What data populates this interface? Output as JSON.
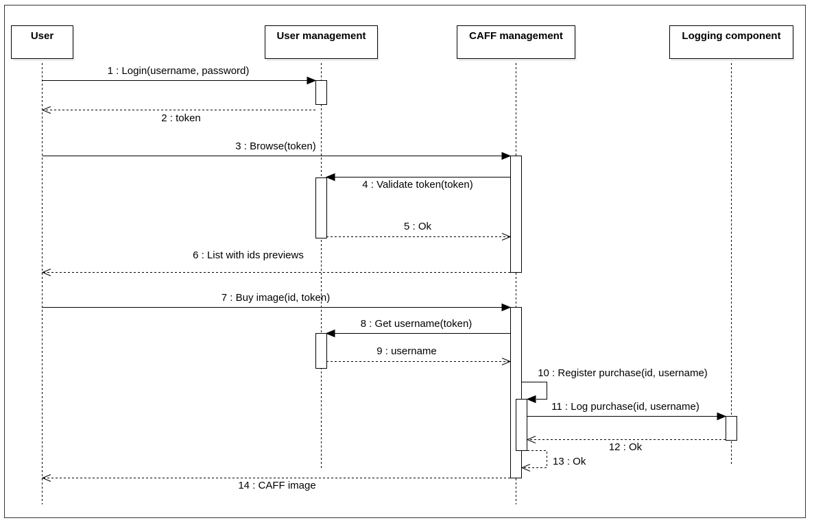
{
  "diagram": {
    "participants": [
      {
        "id": "user",
        "label": "User"
      },
      {
        "id": "user_mgmt",
        "label": "User management"
      },
      {
        "id": "caff_mgmt",
        "label": "CAFF management"
      },
      {
        "id": "logging",
        "label": "Logging component"
      }
    ],
    "messages": [
      {
        "id": "m1",
        "label": "1 : Login(username, password)",
        "from": "user",
        "to": "user_mgmt",
        "kind": "call"
      },
      {
        "id": "m2",
        "label": "2 : token",
        "from": "user_mgmt",
        "to": "user",
        "kind": "return"
      },
      {
        "id": "m3",
        "label": "3 : Browse(token)",
        "from": "user",
        "to": "caff_mgmt",
        "kind": "call"
      },
      {
        "id": "m4",
        "label": "4 : Validate token(token)",
        "from": "caff_mgmt",
        "to": "user_mgmt",
        "kind": "call"
      },
      {
        "id": "m5",
        "label": "5 : Ok",
        "from": "user_mgmt",
        "to": "caff_mgmt",
        "kind": "return"
      },
      {
        "id": "m6",
        "label": "6 : List with ids previews",
        "from": "caff_mgmt",
        "to": "user",
        "kind": "return"
      },
      {
        "id": "m7",
        "label": "7 : Buy image(id, token)",
        "from": "user",
        "to": "caff_mgmt",
        "kind": "call"
      },
      {
        "id": "m8",
        "label": "8 : Get username(token)",
        "from": "caff_mgmt",
        "to": "user_mgmt",
        "kind": "call"
      },
      {
        "id": "m9",
        "label": "9 : username",
        "from": "user_mgmt",
        "to": "caff_mgmt",
        "kind": "return"
      },
      {
        "id": "m10",
        "label": "10 : Register purchase(id, username)",
        "from": "caff_mgmt",
        "to": "caff_mgmt",
        "kind": "self-call"
      },
      {
        "id": "m11",
        "label": "11 : Log purchase(id, username)",
        "from": "caff_mgmt",
        "to": "logging",
        "kind": "call"
      },
      {
        "id": "m12",
        "label": "12 : Ok",
        "from": "logging",
        "to": "caff_mgmt",
        "kind": "return"
      },
      {
        "id": "m13",
        "label": "13 : Ok",
        "from": "caff_mgmt",
        "to": "caff_mgmt",
        "kind": "self-return"
      },
      {
        "id": "m14",
        "label": "14 : CAFF image",
        "from": "caff_mgmt",
        "to": "user",
        "kind": "return"
      }
    ]
  }
}
